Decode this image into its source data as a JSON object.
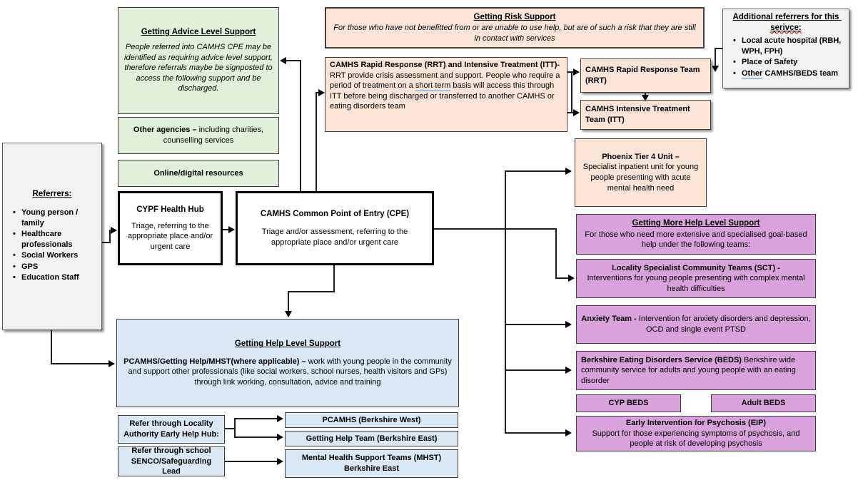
{
  "colors": {
    "green": "#e2efda",
    "peach": "#fce4d6",
    "purple": "#d9a2dc",
    "blue": "#dbe7f3",
    "gray": "#f2f2f2",
    "line": "#1f1f1f",
    "blue_underline": "#9dc3e6",
    "red_squiggle": "#c00000"
  },
  "boxes": {
    "advice": {
      "title": "Getting Advice Level Support",
      "body": "People referred into CAMHS CPE may be identified as requiring advice level support, therefore referrals maybe be signposted to access the following support and be discharged."
    },
    "other_agencies": {
      "lead": "Other agencies – ",
      "rest": "including charities, counselling services"
    },
    "online": {
      "label": "Online/digital resources"
    },
    "risk": {
      "title": "Getting Risk Support",
      "body": "For those who have not benefitted from or are unable to use help, but are of such a risk that they are still in contact with services"
    },
    "rrt_desc": {
      "lead": "CAMHS Rapid Response (RRT) and Intensive Treatment (ITT)- ",
      "body1": "RRT provide crisis assessment and support. People who require a period of treatment on a ",
      "underlined": "short term",
      "body2": " basis will access this through ITT before being discharged or transferred to another CAMHS or eating disorders team"
    },
    "additional": {
      "title_pre": "Additional referrers for this ",
      "title_typo": "serivce:",
      "bullet1": "Local acute hospital (RBH, WPH, FPH)",
      "bullet2": "Place of Safety",
      "bullet3_underlined": "Other",
      "bullet3_rest": " CAMHS/BEDS team"
    },
    "rrt_team": {
      "label": "CAMHS Rapid Response Team (RRT)"
    },
    "itt_team": {
      "label": "CAMHS Intensive Treatment Team (ITT)"
    },
    "phoenix": {
      "lead": "Phoenix Tier 4 Unit –",
      "rest": "Specialist inpatient unit for young people presenting with acute mental health need"
    },
    "more_help": {
      "title": "Getting More Help Level Support",
      "body": "For those who need more extensive and specialised goal-based help  under the following teams:"
    },
    "sct": {
      "lead": "Locality Specialist Community Teams (SCT) -",
      "rest": "Interventions for young people presenting with complex mental health difficulties"
    },
    "anxiety": {
      "lead": "Anxiety Team - ",
      "rest": "Intervention for anxiety disorders and depression, OCD and single event PTSD"
    },
    "beds": {
      "lead": "Berkshire Eating Disorders Service (BEDS) ",
      "rest": "Berkshire wide community service for adults and young people with an eating disorder"
    },
    "cyp_beds": {
      "label": "CYP BEDS"
    },
    "adult_beds": {
      "label": "Adult BEDS"
    },
    "eip": {
      "lead": "Early Intervention for Psychosis (EIP)",
      "rest": "Support for those experiencing symptoms of psychosis, and people at risk of developing psychosis"
    },
    "referrers": {
      "title": "Referrers:",
      "items": [
        "Young person / family",
        "Healthcare professionals",
        "Social Workers",
        "GPS",
        "Education Staff"
      ]
    },
    "cypf": {
      "title": "CYPF Health Hub",
      "body": "Triage, referring to the appropriate place and/or urgent care"
    },
    "cpe": {
      "title": "CAMHS Common Point of Entry (CPE)",
      "body": "Triage and/or assessment, referring to the appropriate place and/or urgent care"
    },
    "getting_help": {
      "title": "Getting Help Level Support",
      "lead": "PCAMHS/Getting Help/MHST(where applicable) – ",
      "rest": "work with young people in the community and support other professionals (like social workers, school nurses, health visitors and GPs) through link working, consultation, advice and training"
    },
    "refer_locality": {
      "label": "Refer through Locality Authority Early Help Hub:"
    },
    "refer_school": {
      "label": "Refer through school SENCO/Safeguarding Lead"
    },
    "pcamhs_west": {
      "label": "PCAMHS (Berkshire West)"
    },
    "gh_east": {
      "label": "Getting Help Team (Berkshire East)"
    },
    "mhst": {
      "label": "Mental Health Support Teams (MHST) Berkshire East"
    }
  }
}
